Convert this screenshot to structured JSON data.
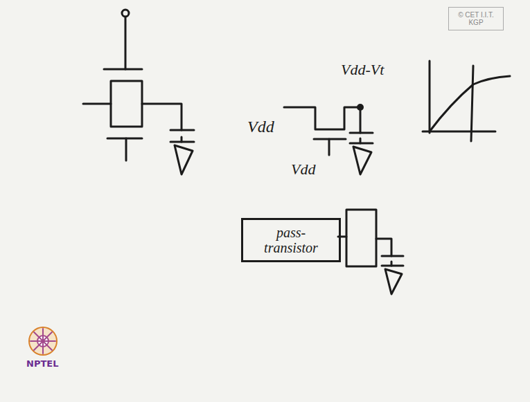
{
  "diagram": {
    "nodes": [
      {
        "text": [
          "© CET I.I.T. KGP"
        ]
      },
      {
        "text": [
          "pass- transistor"
        ]
      }
    ],
    "labels": [
      "Vdd-Vt",
      "Vdd",
      "Vdd",
      "NPTEL"
    ]
  }
}
